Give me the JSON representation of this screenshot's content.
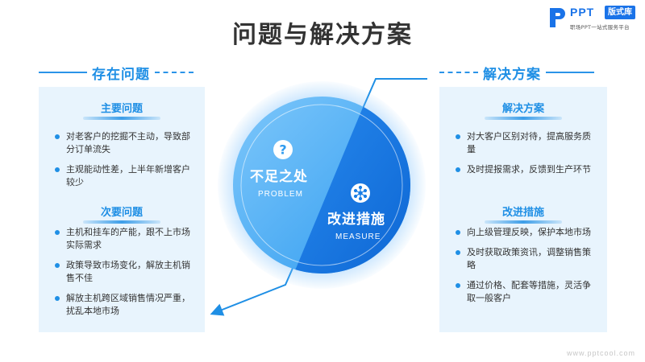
{
  "title": "问题与解决方案",
  "logo": {
    "word": "PPT",
    "tag": "版式库",
    "subtitle": "职场PPT一站式服务平台"
  },
  "left": {
    "heading": "存在问题",
    "sections": [
      {
        "title": "主要问题",
        "items": [
          "对老客户的挖掘不主动，导致部分订单流失",
          "主观能动性差，上半年新增客户较少"
        ]
      },
      {
        "title": "次要问题",
        "items": [
          "主机和挂车的产能，跟不上市场实际需求",
          "政策导致市场变化，解放主机销售不佳",
          "解放主机跨区域销售情况严重，扰乱本地市场"
        ]
      }
    ]
  },
  "right": {
    "heading": "解决方案",
    "sections": [
      {
        "title": "解决方案",
        "items": [
          "对大客户区别对待，提高服务质量",
          "及时提报需求，反馈到生产环节"
        ]
      },
      {
        "title": "改进措施",
        "items": [
          "向上级管理反映，保护本地市场",
          "及时获取政策资讯，调整销售策略",
          "通过价格、配套等措施，灵活争取一般客户"
        ]
      }
    ]
  },
  "center": {
    "problem_cn": "不足之处",
    "problem_en": "PROBLEM",
    "measure_cn": "改进措施",
    "measure_en": "MEASURE",
    "icon_problem": "question-icon",
    "icon_measure": "network-icon"
  },
  "watermark": "www.pptcool.com",
  "colors": {
    "accent": "#1f8fe5",
    "panel": "#e8f4fd",
    "dark_blue": "#0b6fd6"
  }
}
